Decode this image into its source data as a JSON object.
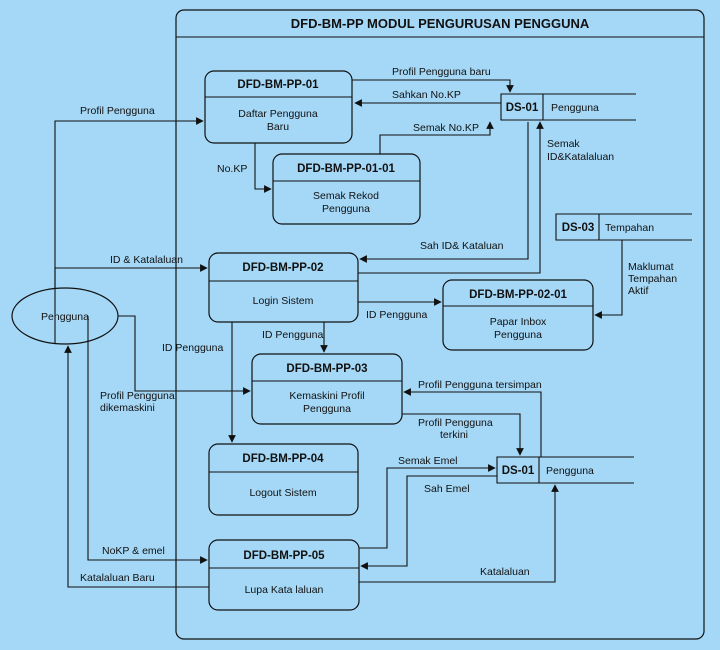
{
  "diagram": {
    "title": "DFD-BM-PP  MODUL PENGURUSAN PENGGUNA",
    "entity": {
      "name": "Pengguna"
    },
    "processes": [
      {
        "id": "DFD-BM-PP-01",
        "lines": [
          "Daftar Pengguna",
          "Baru"
        ]
      },
      {
        "id": "DFD-BM-PP-01-01",
        "lines": [
          "Semak Rekod",
          "Pengguna"
        ]
      },
      {
        "id": "DFD-BM-PP-02",
        "lines": [
          "Login Sistem"
        ]
      },
      {
        "id": "DFD-BM-PP-02-01",
        "lines": [
          "Papar Inbox",
          "Pengguna"
        ]
      },
      {
        "id": "DFD-BM-PP-03",
        "lines": [
          "Kemaskini Profil",
          "Pengguna"
        ]
      },
      {
        "id": "DFD-BM-PP-04",
        "lines": [
          "Logout Sistem"
        ]
      },
      {
        "id": "DFD-BM-PP-05",
        "lines": [
          "Lupa Kata laluan"
        ]
      }
    ],
    "stores": [
      {
        "id": "DS-01",
        "name": "Pengguna"
      },
      {
        "id": "DS-03",
        "name": "Tempahan"
      },
      {
        "id": "DS-01",
        "name": "Pengguna"
      }
    ],
    "flows": [
      {
        "label": "Profil Pengguna"
      },
      {
        "label": "Profil Pengguna baru"
      },
      {
        "label": "Sahkan No.KP"
      },
      {
        "label": "Semak No.KP"
      },
      {
        "label": "No.KP"
      },
      {
        "lines": [
          "Semak",
          "ID&Katalaluan"
        ]
      },
      {
        "label": "ID & Katalaluan"
      },
      {
        "label": "Sah ID& Kataluan"
      },
      {
        "lines": [
          "Maklumat",
          "Tempahan",
          "Aktif"
        ]
      },
      {
        "label": "ID Pengguna"
      },
      {
        "label": "ID Pengguna"
      },
      {
        "label": "ID Pengguna"
      },
      {
        "lines": [
          "Profil Pengguna",
          "dikemaskini"
        ]
      },
      {
        "label": "Profil Pengguna tersimpan"
      },
      {
        "lines": [
          "Profil Pengguna",
          "terkini"
        ]
      },
      {
        "label": "Semak Emel"
      },
      {
        "label": "Sah Emel"
      },
      {
        "label": "NoKP & emel"
      },
      {
        "label": "Katalaluan Baru"
      },
      {
        "label": "Katalaluan"
      }
    ]
  }
}
